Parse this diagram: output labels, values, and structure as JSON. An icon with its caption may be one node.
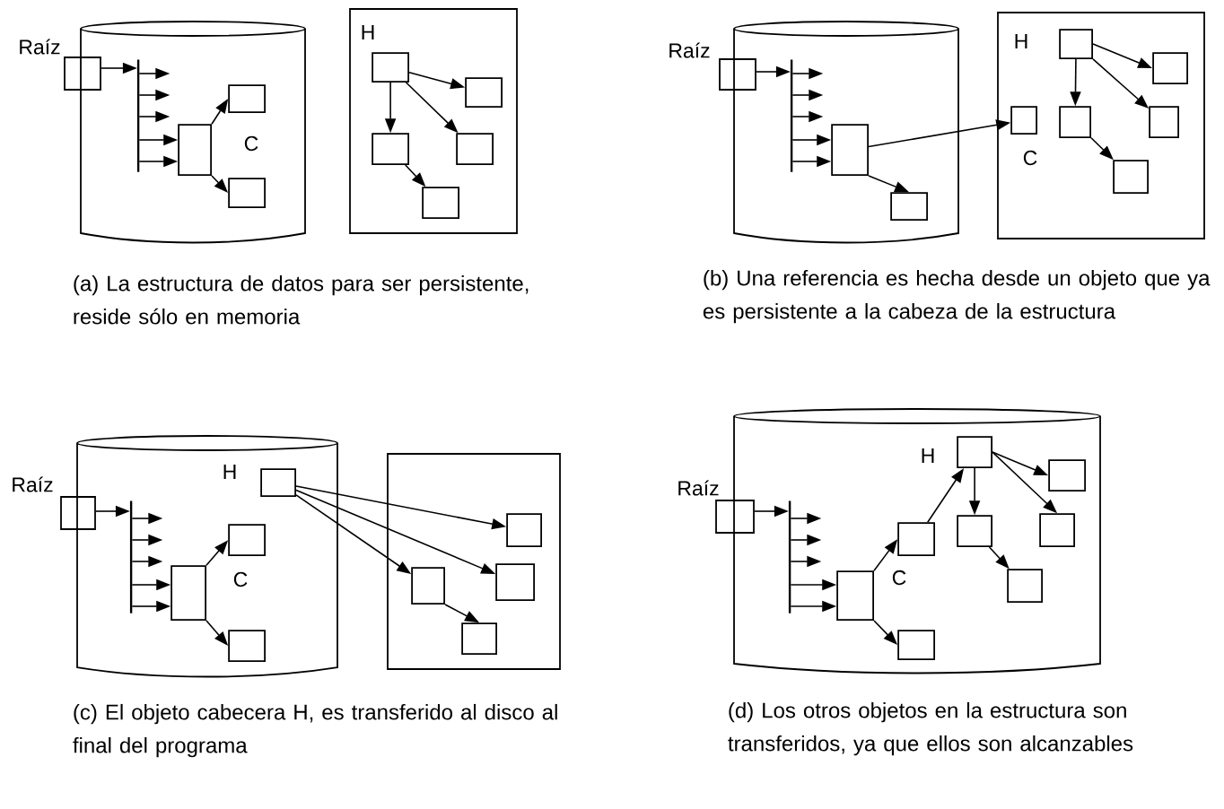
{
  "diagram": {
    "nodes": [
      {
        "text": [],
        "shape": "cylinder"
      },
      {
        "text": [],
        "shape": "box",
        "beside": [
          "Raíz"
        ]
      },
      {
        "text": [],
        "shape": "bar",
        "in": 0
      },
      {
        "text": [],
        "shape": "box",
        "in": 0
      },
      {
        "text": [],
        "shape": "box",
        "in": 0,
        "beside": [
          "C"
        ]
      },
      {
        "text": [],
        "shape": "box",
        "in": 0
      },
      {
        "text": [],
        "shape": "box"
      },
      {
        "text": [],
        "shape": "box",
        "in": 6,
        "beside": [
          "H"
        ]
      },
      {
        "text": [],
        "shape": "box",
        "in": 6
      },
      {
        "text": [],
        "shape": "box",
        "in": 6
      },
      {
        "text": [],
        "shape": "box",
        "in": 6
      },
      {
        "text": [],
        "shape": "box",
        "in": 6
      },
      {
        "text": [],
        "shape": "cylinder"
      },
      {
        "text": [],
        "shape": "box",
        "beside": [
          "Raíz"
        ]
      },
      {
        "text": [],
        "shape": "bar",
        "in": 12
      },
      {
        "text": [],
        "shape": "box",
        "in": 12
      },
      {
        "text": [],
        "shape": "box",
        "in": 12
      },
      {
        "text": [],
        "shape": "box"
      },
      {
        "text": [],
        "shape": "box",
        "in": 17,
        "beside": [
          "C"
        ]
      },
      {
        "text": [],
        "shape": "box",
        "in": 17,
        "beside": [
          "H"
        ]
      },
      {
        "text": [],
        "shape": "box",
        "in": 17
      },
      {
        "text": [],
        "shape": "box",
        "in": 17
      },
      {
        "text": [],
        "shape": "box",
        "in": 17
      },
      {
        "text": [],
        "shape": "box",
        "in": 17
      },
      {
        "text": [],
        "shape": "cylinder"
      },
      {
        "text": [],
        "shape": "box",
        "beside": [
          "Raíz"
        ]
      },
      {
        "text": [],
        "shape": "bar",
        "in": 24
      },
      {
        "text": [],
        "shape": "box",
        "in": 24
      },
      {
        "text": [],
        "shape": "box",
        "in": 24,
        "beside": [
          "C"
        ]
      },
      {
        "text": [],
        "shape": "box",
        "in": 24
      },
      {
        "text": [],
        "shape": "box",
        "in": 24,
        "beside": [
          "H"
        ]
      },
      {
        "text": [],
        "shape": "box"
      },
      {
        "text": [],
        "shape": "box",
        "in": 31
      },
      {
        "text": [],
        "shape": "box",
        "in": 31
      },
      {
        "text": [],
        "shape": "box",
        "in": 31
      },
      {
        "text": [],
        "shape": "box",
        "in": 31
      },
      {
        "text": [],
        "shape": "cylinder"
      },
      {
        "text": [],
        "shape": "box",
        "beside": [
          "Raíz"
        ]
      },
      {
        "text": [],
        "shape": "bar",
        "in": 36
      },
      {
        "text": [],
        "shape": "box",
        "in": 36,
        "beside": [
          "H"
        ]
      },
      {
        "text": [],
        "shape": "box",
        "in": 36
      },
      {
        "text": [],
        "shape": "box",
        "in": 36,
        "beside": [
          "C"
        ]
      },
      {
        "text": [],
        "shape": "box",
        "in": 36
      },
      {
        "text": [],
        "shape": "box",
        "in": 36
      },
      {
        "text": [],
        "shape": "box",
        "in": 36
      },
      {
        "text": [],
        "shape": "box",
        "in": 36
      },
      {
        "text": [],
        "shape": "box",
        "in": 36
      }
    ],
    "edges": [
      {
        "from": 1,
        "to": 2,
        "arrow": "to"
      },
      {
        "from": 2,
        "to": null,
        "arrow": "to"
      },
      {
        "from": 2,
        "to": null,
        "arrow": "to"
      },
      {
        "from": 2,
        "to": null,
        "arrow": "to"
      },
      {
        "from": 2,
        "to": 3,
        "arrow": "to"
      },
      {
        "from": 2,
        "to": 3,
        "arrow": "to"
      },
      {
        "from": 3,
        "to": 4,
        "arrow": "to"
      },
      {
        "from": 3,
        "to": 5,
        "arrow": "to"
      },
      {
        "from": 7,
        "to": 8,
        "arrow": "to"
      },
      {
        "from": 7,
        "to": 9,
        "arrow": "to"
      },
      {
        "from": 7,
        "to": 10,
        "arrow": "to"
      },
      {
        "from": 10,
        "to": 11,
        "arrow": "to"
      },
      {
        "from": 13,
        "to": 14,
        "arrow": "to"
      },
      {
        "from": 14,
        "to": null,
        "arrow": "to"
      },
      {
        "from": 14,
        "to": null,
        "arrow": "to"
      },
      {
        "from": 14,
        "to": null,
        "arrow": "to"
      },
      {
        "from": 14,
        "to": 15,
        "arrow": "to"
      },
      {
        "from": 14,
        "to": 15,
        "arrow": "to"
      },
      {
        "from": 15,
        "to": 18,
        "arrow": "to"
      },
      {
        "from": 15,
        "to": 16,
        "arrow": "to"
      },
      {
        "from": 19,
        "to": 20,
        "arrow": "to"
      },
      {
        "from": 19,
        "to": 21,
        "arrow": "to"
      },
      {
        "from": 19,
        "to": 22,
        "arrow": "to"
      },
      {
        "from": 22,
        "to": 23,
        "arrow": "to"
      },
      {
        "from": 25,
        "to": 26,
        "arrow": "to"
      },
      {
        "from": 26,
        "to": null,
        "arrow": "to"
      },
      {
        "from": 26,
        "to": null,
        "arrow": "to"
      },
      {
        "from": 26,
        "to": null,
        "arrow": "to"
      },
      {
        "from": 26,
        "to": 27,
        "arrow": "to"
      },
      {
        "from": 26,
        "to": 27,
        "arrow": "to"
      },
      {
        "from": 27,
        "to": 28,
        "arrow": "to"
      },
      {
        "from": 27,
        "to": 29,
        "arrow": "to"
      },
      {
        "from": 30,
        "to": 33,
        "arrow": "to"
      },
      {
        "from": 30,
        "to": 34,
        "arrow": "to"
      },
      {
        "from": 30,
        "to": 32,
        "arrow": "to"
      },
      {
        "from": 32,
        "to": 35,
        "arrow": "to"
      },
      {
        "from": 37,
        "to": 38,
        "arrow": "to"
      },
      {
        "from": 38,
        "to": null,
        "arrow": "to"
      },
      {
        "from": 38,
        "to": null,
        "arrow": "to"
      },
      {
        "from": 38,
        "to": null,
        "arrow": "to"
      },
      {
        "from": 38,
        "to": 44,
        "arrow": "to"
      },
      {
        "from": 38,
        "to": 44,
        "arrow": "to"
      },
      {
        "from": 44,
        "to": 41,
        "arrow": "to"
      },
      {
        "from": 44,
        "to": 46,
        "arrow": "to"
      },
      {
        "from": 41,
        "to": 39,
        "arrow": "to"
      },
      {
        "from": 39,
        "to": 40,
        "arrow": "to"
      },
      {
        "from": 39,
        "to": 43,
        "arrow": "to"
      },
      {
        "from": 39,
        "to": 42,
        "arrow": "to"
      },
      {
        "from": 42,
        "to": 45,
        "arrow": "to"
      }
    ],
    "labels": [
      "(a) La estructura de datos para ser persistente, reside sólo en memoria",
      "(b) Una referencia es hecha desde un objeto que ya es persistente a la cabeza de la estructura",
      "(c) El objeto cabecera H, es transferido al disco al final del programa",
      "(d) Los otros objetos en la estructura son transferidos, ya que ellos son alcanzables"
    ]
  }
}
